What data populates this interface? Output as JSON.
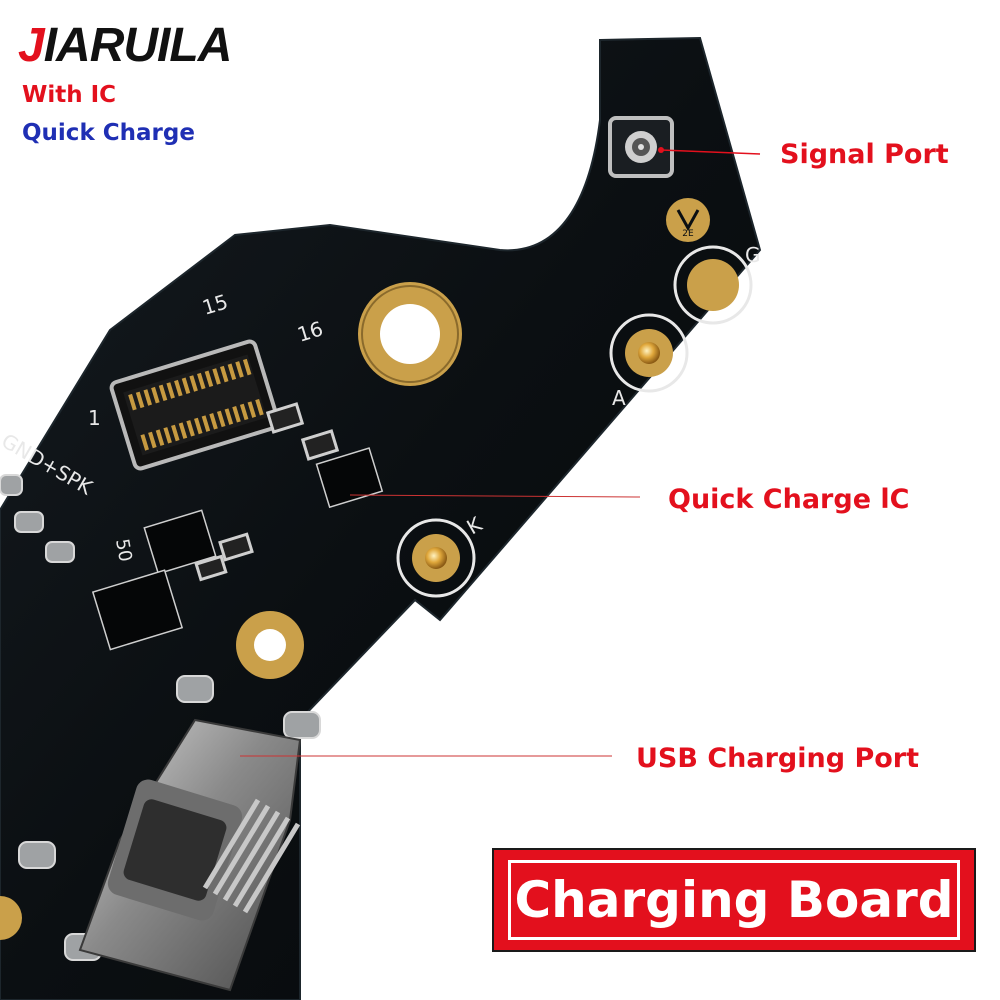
{
  "brand": {
    "first_letter": "J",
    "rest": "IARUILA"
  },
  "taglines": {
    "with_ic": "With IC",
    "quick_charge": "Quick Charge"
  },
  "callouts": {
    "signal_port": "Signal Port",
    "quick_charge_ic": "Quick Charge lC",
    "usb_port": "USB Charging Port"
  },
  "board_markings": {
    "pin_15": "15",
    "pin_16": "16",
    "pin_1": "1",
    "gnd_spk": "GND+SPK",
    "code_50": "50",
    "label_g": "G",
    "label_a": "A",
    "label_k": "K"
  },
  "badge": {
    "label": "Charging Board"
  },
  "colors": {
    "accent_red": "#e3101d",
    "accent_blue": "#1f2fb4",
    "pcb": "#0b0f12",
    "gold": "#c9a25a",
    "silver": "#9a9a9a"
  }
}
